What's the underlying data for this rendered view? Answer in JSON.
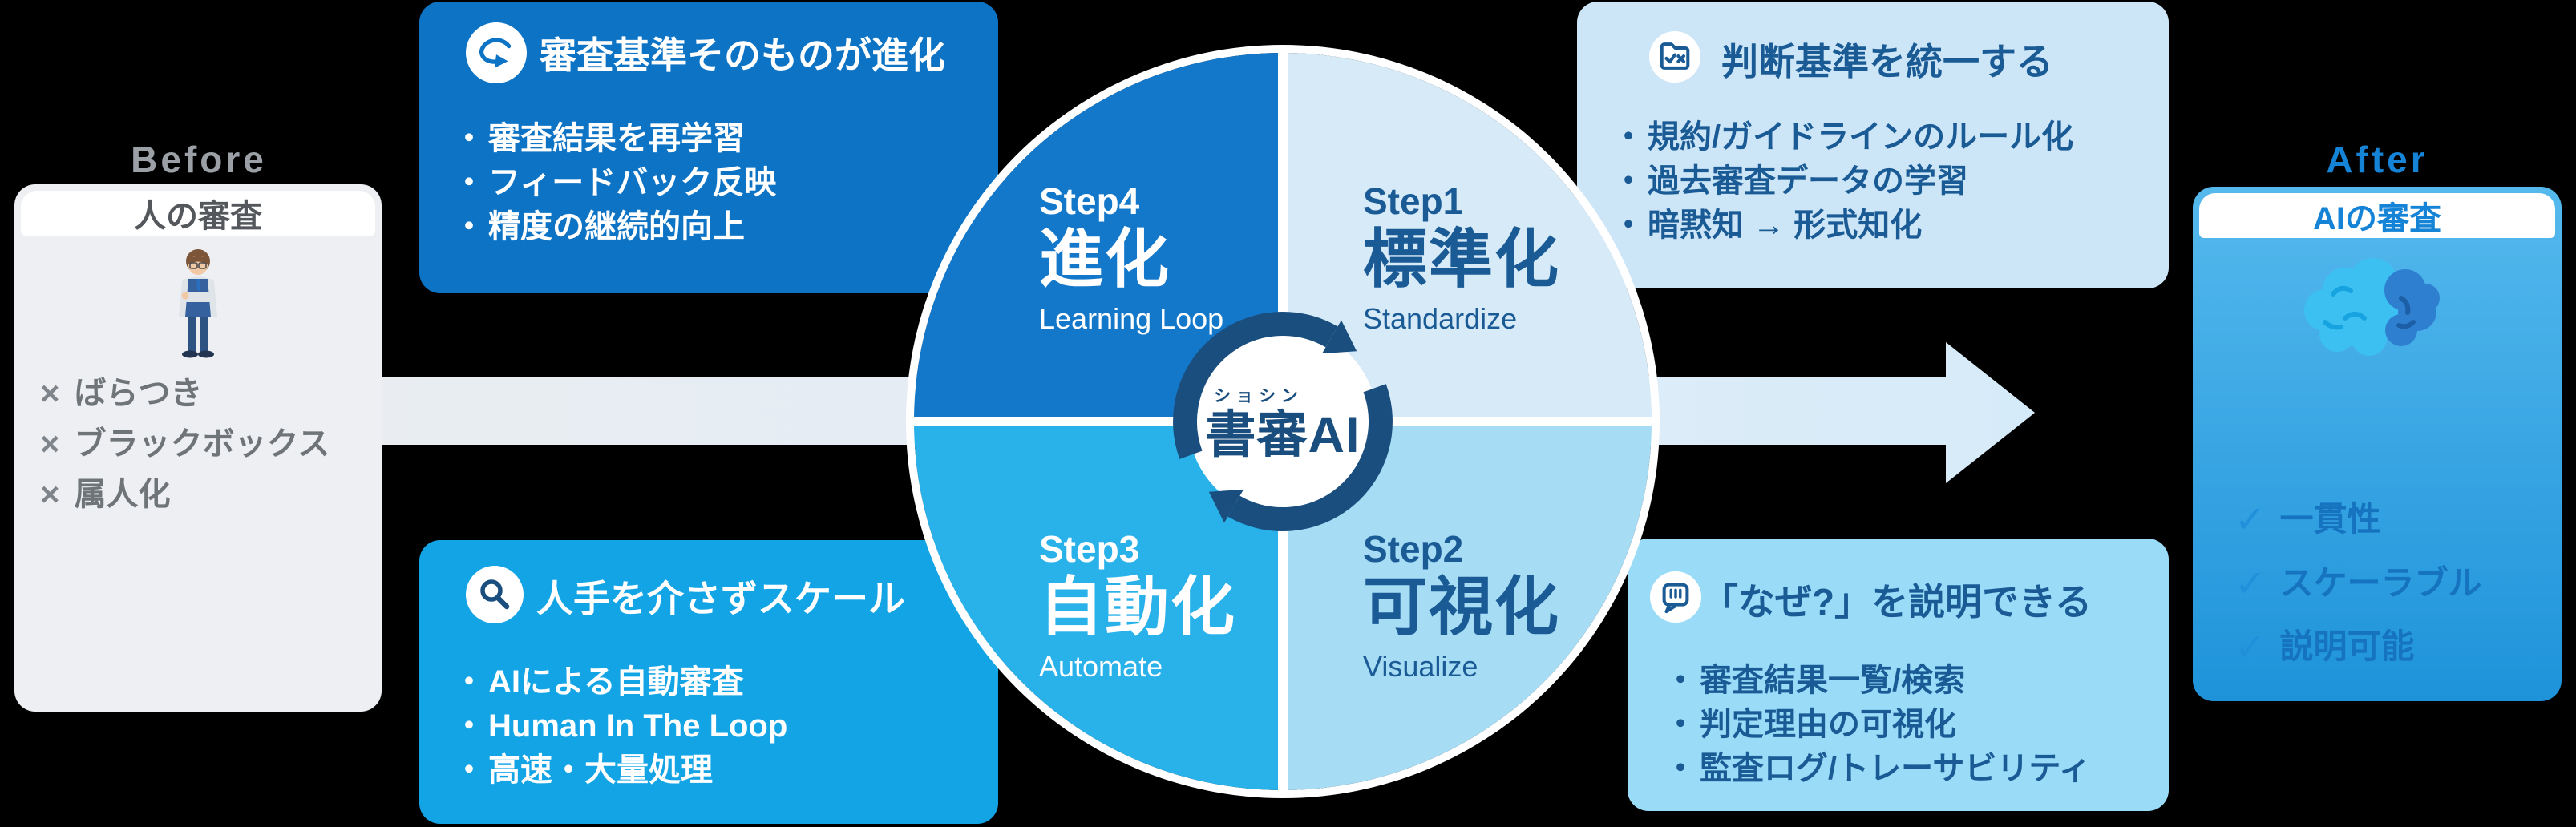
{
  "before": {
    "label": "Before",
    "title": "人の審査",
    "items": [
      {
        "mark": "×",
        "text": "ばらつき"
      },
      {
        "mark": "×",
        "text": "ブラックボックス"
      },
      {
        "mark": "×",
        "text": "属人化"
      }
    ]
  },
  "after": {
    "label": "After",
    "title": "AIの審査",
    "items": [
      {
        "mark": "✓",
        "text": "一貫性"
      },
      {
        "mark": "✓",
        "text": "スケーラブル"
      },
      {
        "mark": "✓",
        "text": "説明可能"
      }
    ]
  },
  "callouts": {
    "bullet": "・",
    "evolve": {
      "icon": "loop-arrow-icon",
      "title": "審査基準そのものが進化",
      "items": [
        "審査結果を再学習",
        "フィードバック反映",
        "精度の継続的向上"
      ]
    },
    "scale": {
      "icon": "magnifier-icon",
      "title": "人手を介さずスケール",
      "items": [
        "AIによる自動審査",
        "Human In The Loop",
        "高速・大量処理"
      ]
    },
    "unify": {
      "icon": "folder-check-icon",
      "title": "判断基準を統一する",
      "items": [
        "規約/ガイドラインのルール化",
        "過去審査データの学習",
        "暗黙知 → 形式知化"
      ]
    },
    "explain": {
      "icon": "speech-bubble-icon",
      "title": "「なぜ?」を説明できる",
      "items": [
        "審査結果一覧/検索",
        "判定理由の可視化",
        "監査ログ/トレーサビリティ"
      ]
    }
  },
  "cycle": {
    "steps": [
      {
        "label": "Step1",
        "name": "標準化",
        "en": "Standardize"
      },
      {
        "label": "Step2",
        "name": "可視化",
        "en": "Visualize"
      },
      {
        "label": "Step3",
        "name": "自動化",
        "en": "Automate"
      },
      {
        "label": "Step4",
        "name": "進化",
        "en": "Learning Loop"
      }
    ],
    "logo": {
      "ruby": "ショシン",
      "base": "書審",
      "suffix": "AI"
    }
  },
  "colors": {
    "stage-bg": "#000000",
    "label-gray": "#9aa0a6",
    "panel-gray": "#edeff2",
    "header-text-gray": "#54585c",
    "gray-text": "#6e7478",
    "x-gray": "#7e848a",
    "after-blue": "#1583d6",
    "after-grad-top": "#55b9ed",
    "after-grad-bottom": "#1e93da",
    "after-text": "#1673bf",
    "after-check": "#2190da",
    "evolve-bg": "#0d73c4",
    "scale-bg": "#13a4e5",
    "unify-bg": "#cde6f7",
    "explain-bg": "#9adcf8",
    "q1": "#d7eaf8",
    "q2": "#a7dcf5",
    "q3": "#29b1ea",
    "q4": "#1478ca",
    "navy-text": "#1a5b96",
    "logo-navy": "#1a4e7e",
    "arrow-from": "#e9edf1",
    "arrow-to": "#d6ebf9"
  }
}
